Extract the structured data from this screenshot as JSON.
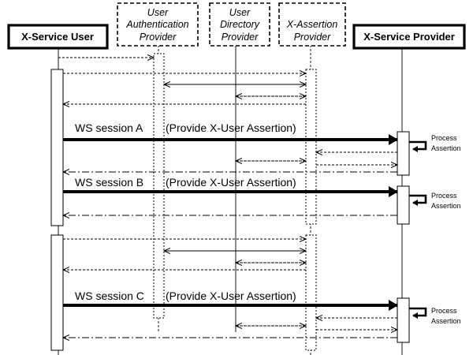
{
  "participants": {
    "xsu": {
      "label": "X-Service User"
    },
    "uap": {
      "label_lines": [
        "User",
        "Authentication",
        "Provider"
      ]
    },
    "udp": {
      "label_lines": [
        "User",
        "Directory",
        "Provider"
      ]
    },
    "xap": {
      "label_lines": [
        "X-Assertion",
        "Provider"
      ]
    },
    "xsp": {
      "label": "X-Service Provider"
    }
  },
  "sessions": [
    {
      "name": "WS session A",
      "message": "(Provide X-User Assertion)",
      "self_call": [
        "Process",
        "Assertion"
      ]
    },
    {
      "name": "WS session B",
      "message": "(Provide X-User Assertion)",
      "self_call": [
        "Process",
        "Assertion"
      ]
    },
    {
      "name": "WS session C",
      "message": "(Provide X-User Assertion)",
      "self_call": [
        "Process",
        "Assertion"
      ]
    }
  ]
}
